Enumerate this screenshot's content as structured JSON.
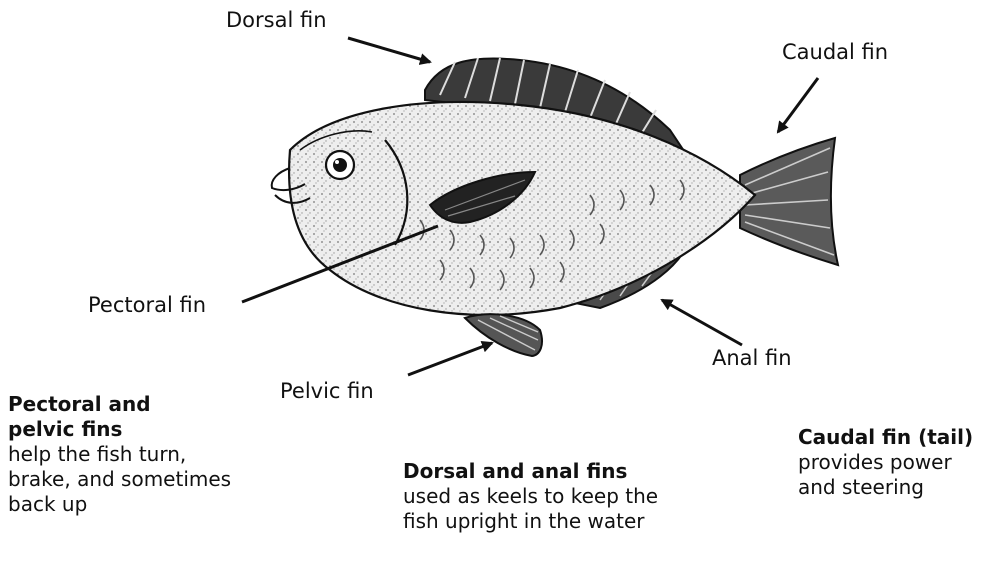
{
  "labels": {
    "dorsal": "Dorsal fin",
    "caudal": "Caudal fin",
    "pectoral": "Pectoral fin",
    "pelvic": "Pelvic fin",
    "anal": "Anal fin"
  },
  "descriptions": {
    "pectoral_pelvic": {
      "heading": "Pectoral and pelvic fins",
      "text": "help the fish turn, brake, and sometimes back up"
    },
    "dorsal_anal": {
      "heading": "Dorsal and anal fins",
      "text": "used as keels to keep the fish upright in the water"
    },
    "caudal": {
      "heading": "Caudal fin (tail)",
      "text": "provides power and steering"
    }
  },
  "colors": {
    "ink": "#111111",
    "body_shade": "#d9d9d9",
    "fin_shade": "#4a4a4a"
  }
}
